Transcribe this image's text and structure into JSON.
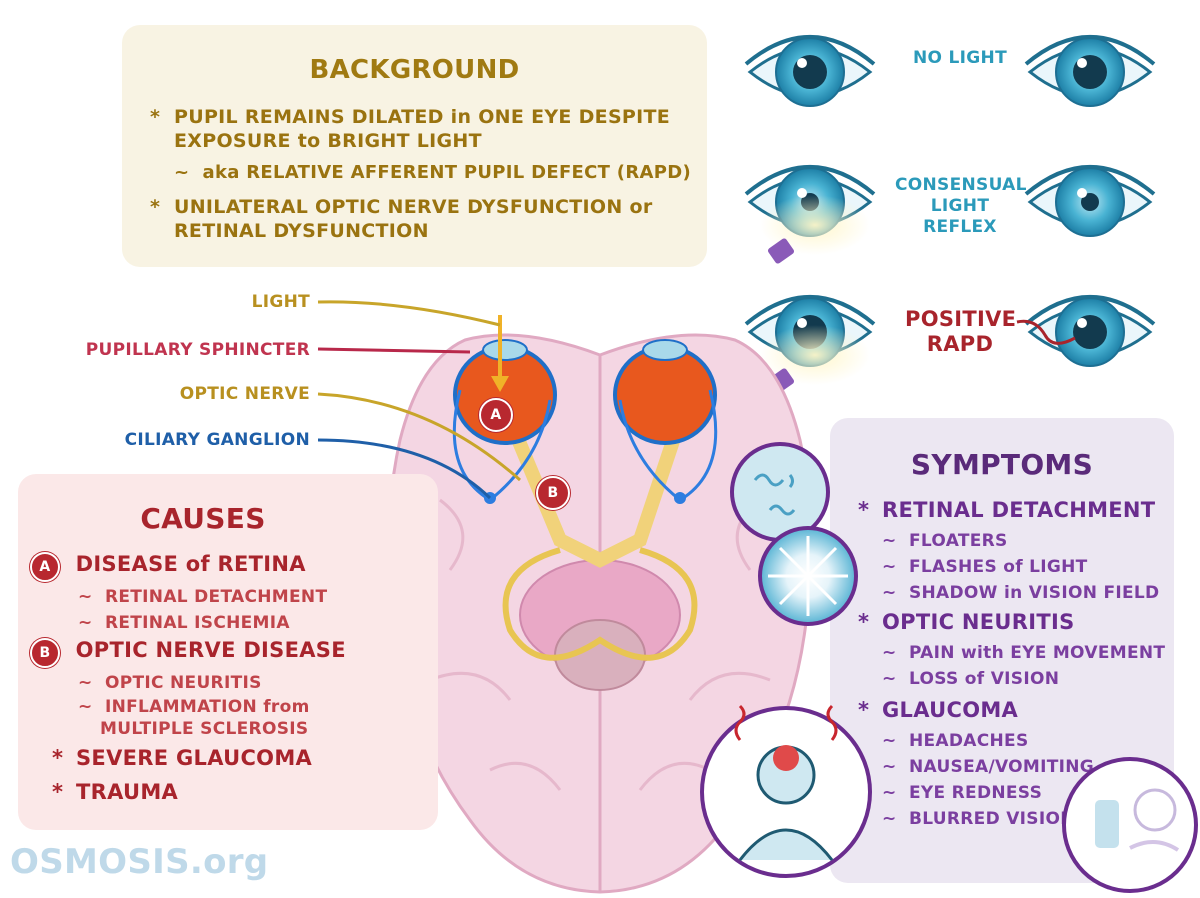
{
  "background": {
    "title": "BACKGROUND",
    "line1a": "PUPIL REMAINS DILATED in ONE EYE DESPITE",
    "line1b": "EXPOSURE to BRIGHT LIGHT",
    "line2": "aka RELATIVE AFFERENT PUPIL DEFECT (RAPD)",
    "line3a": "UNILATERAL OPTIC NERVE DYSFUNCTION or",
    "line3b": "RETINAL DYSFUNCTION",
    "star": "*",
    "tilde": "~"
  },
  "diagram_labels": {
    "light": "LIGHT",
    "pupillary_sphincter": "PUPILLARY SPHINCTER",
    "optic_nerve": "OPTIC NERVE",
    "ciliary_ganglion": "CILIARY GANGLION",
    "marker_a": "A",
    "marker_b": "B"
  },
  "eyes": {
    "row1": "NO LIGHT",
    "row2a": "CONSENSUAL",
    "row2b": "LIGHT",
    "row2c": "REFLEX",
    "row3a": "POSITIVE",
    "row3b": "RAPD"
  },
  "causes": {
    "title": "CAUSES",
    "a_label": "A",
    "a_title": "DISEASE of RETINA",
    "a_items": [
      "RETINAL DETACHMENT",
      "RETINAL ISCHEMIA"
    ],
    "b_label": "B",
    "b_title": "OPTIC NERVE DISEASE",
    "b_item1": "OPTIC NEURITIS",
    "b_item2a": "INFLAMMATION from",
    "b_item2b": "MULTIPLE SCLEROSIS",
    "other1": "SEVERE GLAUCOMA",
    "other2": "TRAUMA"
  },
  "symptoms": {
    "title": "SYMPTOMS",
    "g1_title": "RETINAL DETACHMENT",
    "g1_items": [
      "FLOATERS",
      "FLASHES of LIGHT",
      "SHADOW in VISION FIELD"
    ],
    "g2_title": "OPTIC NEURITIS",
    "g2_items": [
      "PAIN with EYE MOVEMENT",
      "LOSS of VISION"
    ],
    "g3_title": "GLAUCOMA",
    "g3_items": [
      "HEADACHES",
      "NAUSEA/VOMITING",
      "EYE REDNESS",
      "BLURRED VISION"
    ]
  },
  "logo": {
    "text": "OSMOSIS.org"
  },
  "colors": {
    "background_accent": "#a07a12",
    "causes_accent": "#a8242c",
    "symptoms_accent": "#6a2d8e",
    "eye_blue": "#2b9aba",
    "light_line": "#c8a52a",
    "sphincter_line": "#b8284a",
    "ganglion_line": "#1f5fa8"
  }
}
